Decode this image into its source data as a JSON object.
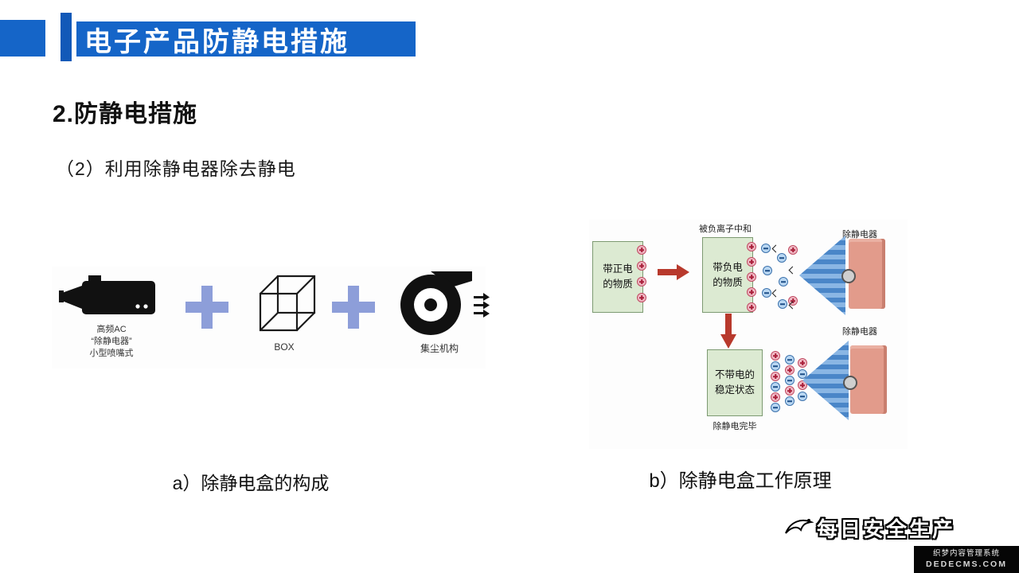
{
  "header": {
    "title": "电子产品防静电措施"
  },
  "section": {
    "heading": "2.防静电措施",
    "subheading": "（2）利用除静电器除去静电"
  },
  "figure_a": {
    "device_label": {
      "line1": "高频AC",
      "line2": "“除静电器”",
      "line3": "小型喷嘴式"
    },
    "box_label": "BOX",
    "fan_label": "集尘机构",
    "caption": "a）除静电盒的构成"
  },
  "figure_b": {
    "neutralize_label": "被负离子中和",
    "eliminator_label_top": "除静电器",
    "eliminator_label_bottom": "除静电器",
    "positive_box": {
      "line1": "带正电",
      "line2": "的物质"
    },
    "negative_box": {
      "line1": "带负电",
      "line2": "的物质"
    },
    "neutral_box": {
      "line1": "不带电的",
      "line2": "稳定状态"
    },
    "complete_label": "除静电完毕",
    "caption": "b）除静电盒工作原理"
  },
  "watermark": {
    "brand": "每日安全生产",
    "cms_name": "织梦内容管理系统",
    "cms_domain": "DEDECMS.COM"
  },
  "icons": {
    "plus": "+",
    "arrow_right": "→",
    "arrow_down": "↓",
    "positive_ion": "+",
    "negative_ion": "−"
  },
  "colors": {
    "header_blue": "#1565c8",
    "plus_blue": "#8d9ed9",
    "arrow_red": "#b8392c",
    "box_green": "#dcead2",
    "cone_blue": "#4a86c8",
    "device_pink": "#e29b8b"
  }
}
